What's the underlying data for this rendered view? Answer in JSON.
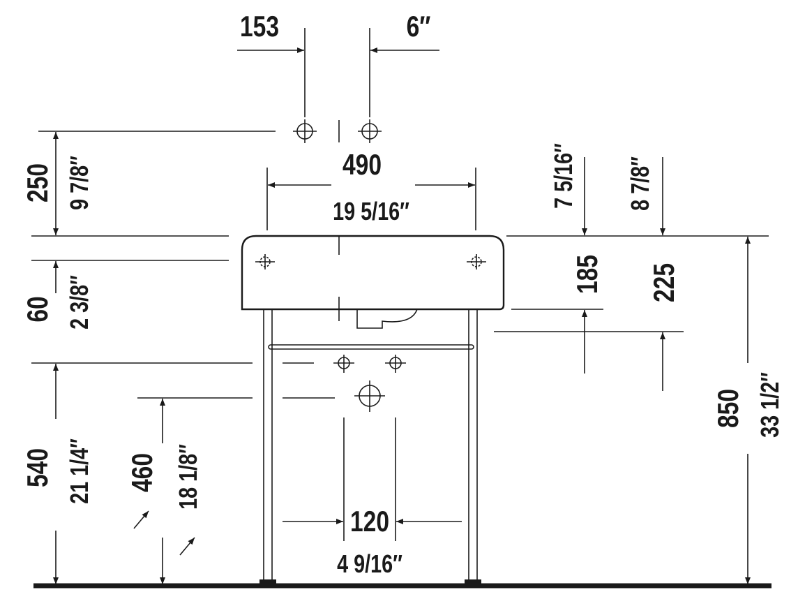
{
  "drawing": {
    "dimensions": {
      "tap_offset_mm": "153",
      "tap_offset_in": "6″",
      "width_mm": "490",
      "width_in": "19 5/16″",
      "tap_height_mm": "250",
      "tap_height_in": "9 7/8″",
      "basin_hole_mm": "60",
      "basin_hole_in": "2 3/8″",
      "bowl_depth_in": "7 5/16″",
      "bowl_depth_mm": "185",
      "basin_height_in": "8 7/8″",
      "basin_height_mm": "225",
      "total_height_mm": "850",
      "total_height_in": "33 1/2″",
      "supply_height_mm": "540",
      "supply_height_in": "21 1/4″",
      "drain_height_mm": "460",
      "drain_height_in": "18 1/8″",
      "supply_spacing_mm": "120",
      "supply_spacing_in": "4 9/16″"
    },
    "colors": {
      "line": "#1a1a1a",
      "background": "#ffffff"
    }
  }
}
